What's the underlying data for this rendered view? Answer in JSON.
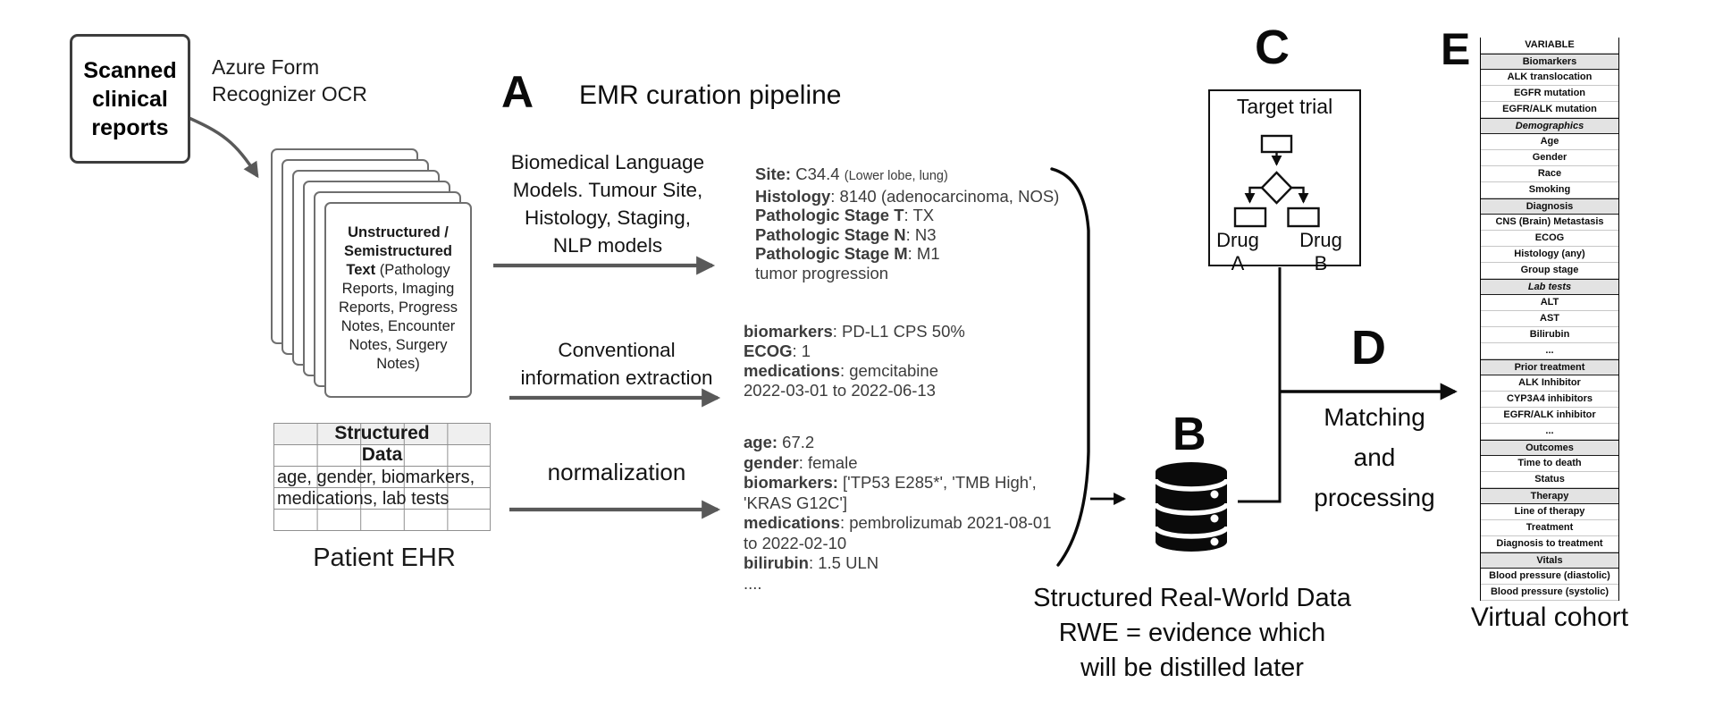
{
  "left": {
    "scanned_box": "Scanned\nclinical\nreports",
    "ocr_label": "Azure Form\nRecognizer OCR",
    "doc_stack_bold": "Unstructured / Semistructured Text",
    "doc_stack_rest": " (Pathology Reports, Imaging Reports, Progress Notes, Encounter Notes, Surgery Notes)",
    "structured_header": "Structured\nData",
    "structured_body": "age, gender, biomarkers,\nmedications, lab tests",
    "patient_ehr_label": "Patient EHR"
  },
  "pipeline": {
    "section_label": "A",
    "title": "EMR curation pipeline",
    "arrow1_label": "Biomedical Language\nModels. Tumour Site,\nHistology, Staging,\nNLP models",
    "arrow2_label": "Conventional\ninformation extraction",
    "arrow3_label": "normalization"
  },
  "extracted": {
    "block1": {
      "lines": [
        {
          "b": "Site:",
          "t": " C34.4 ",
          "small": "(Lower lobe, lung)"
        },
        {
          "b": "Histology",
          "t": ": 8140 (adenocarcinoma, NOS)"
        },
        {
          "b": "Pathologic Stage T",
          "t": ": TX"
        },
        {
          "b": "Pathologic Stage N",
          "t": ": N3"
        },
        {
          "b": "Pathologic Stage M",
          "t": ": M1"
        },
        {
          "t": "tumor progression"
        }
      ]
    },
    "block2": {
      "lines": [
        {
          "b": "biomarkers",
          "t": ": PD-L1 CPS 50%"
        },
        {
          "b": "ECOG",
          "t": ": 1"
        },
        {
          "b": "medications",
          "t": ": gemcitabine"
        },
        {
          "t": "2022-03-01 to 2022-06-13"
        }
      ]
    },
    "block3": {
      "lines": [
        {
          "b": "age:",
          "t": " 67.2"
        },
        {
          "b": "gender",
          "t": ": female"
        },
        {
          "b": "biomarkers:",
          "t": " ['TP53 E285*', 'TMB High',"
        },
        {
          "t": "'KRAS G12C']"
        },
        {
          "b": "medications",
          "t": ": pembrolizumab 2021-08-01"
        },
        {
          "t": "to 2022-02-10"
        },
        {
          "b": "bilirubin",
          "t": ": 1.5 ULN"
        },
        {
          "t": "...."
        }
      ]
    }
  },
  "rwd": {
    "section_label": "B",
    "caption": "Structured Real-World Data\nRWE = evidence which\nwill be distilled later"
  },
  "trial": {
    "section_label": "C",
    "title": "Target trial",
    "drug_a": "Drug A",
    "drug_b": "Drug B"
  },
  "matching": {
    "section_label": "D",
    "label": "Matching\nand\nprocessing"
  },
  "cohort": {
    "section_label": "E",
    "caption": "Virtual cohort",
    "rows": [
      {
        "label": "VARIABLE",
        "style": "header"
      },
      {
        "label": "Biomarkers",
        "style": "cat"
      },
      {
        "label": "ALK translocation"
      },
      {
        "label": "EGFR mutation"
      },
      {
        "label": "EGFR/ALK mutation"
      },
      {
        "label": "Demographics",
        "style": "cat italic"
      },
      {
        "label": "Age"
      },
      {
        "label": "Gender"
      },
      {
        "label": "Race"
      },
      {
        "label": "Smoking"
      },
      {
        "label": "Diagnosis",
        "style": "cat"
      },
      {
        "label": "CNS (Brain) Metastasis"
      },
      {
        "label": "ECOG"
      },
      {
        "label": "Histology (any)"
      },
      {
        "label": "Group stage"
      },
      {
        "label": "Lab tests",
        "style": "cat italic"
      },
      {
        "label": "ALT"
      },
      {
        "label": "AST"
      },
      {
        "label": "Bilirubin"
      },
      {
        "label": "..."
      },
      {
        "label": "Prior treatment",
        "style": "cat"
      },
      {
        "label": "ALK Inhibitor"
      },
      {
        "label": "CYP3A4 inhibitors"
      },
      {
        "label": "EGFR/ALK inhibitor"
      },
      {
        "label": "..."
      },
      {
        "label": "Outcomes",
        "style": "cat"
      },
      {
        "label": "Time to death"
      },
      {
        "label": "Status"
      },
      {
        "label": "Therapy",
        "style": "cat"
      },
      {
        "label": "Line of therapy"
      },
      {
        "label": "Treatment"
      },
      {
        "label": "Diagnosis to treatment"
      },
      {
        "label": "Vitals",
        "style": "cat"
      },
      {
        "label": "Blood pressure (diastolic)"
      },
      {
        "label": "Blood pressure (systolic)"
      }
    ]
  },
  "colors": {
    "arrow_gray": "#595959",
    "ink": "#0d0d0d",
    "category_shade": "#e3e3e3"
  }
}
